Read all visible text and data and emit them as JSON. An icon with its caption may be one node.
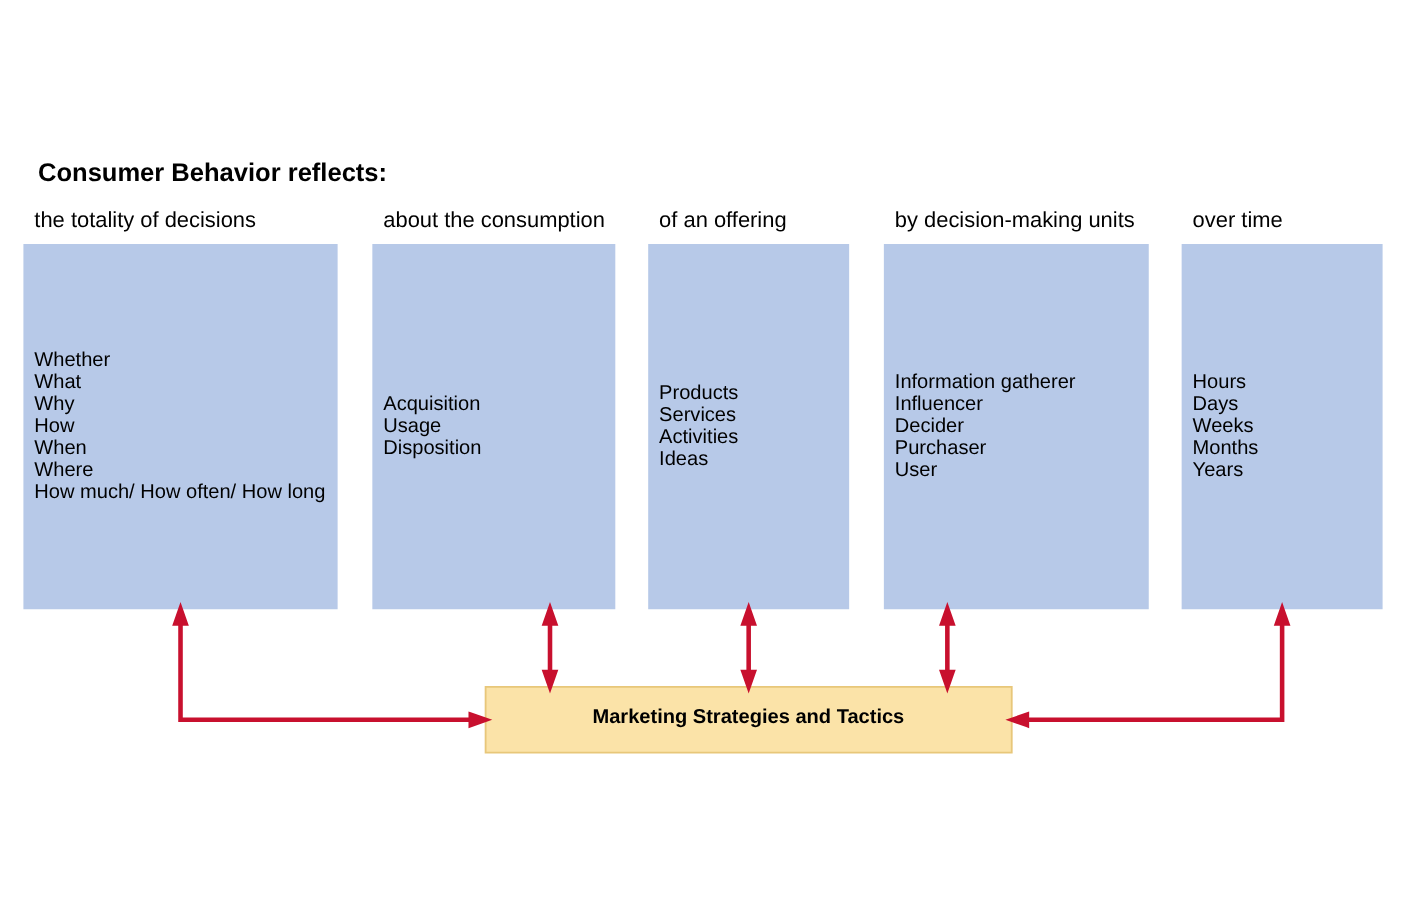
{
  "diagram": {
    "title": "Consumer Behavior reflects:",
    "nodes": [
      {
        "text": [
          "the totality of decisions",
          "Whether",
          "What",
          "Why",
          "How",
          "When",
          "Where",
          "How much/ How often/ How long"
        ]
      },
      {
        "text": [
          "about the consumption",
          "Acquisition",
          "Usage",
          "Disposition"
        ]
      },
      {
        "text": [
          "of an offering",
          "Products",
          "Services",
          "Activities",
          "Ideas"
        ]
      },
      {
        "text": [
          "by decision-making units",
          "Information gatherer",
          "Influencer",
          "Decider",
          "Purchaser",
          "User"
        ]
      },
      {
        "text": [
          "over time",
          "Hours",
          "Days",
          "Weeks",
          "Months",
          "Years"
        ]
      },
      {
        "text": [
          "Marketing Strategies and Tactics"
        ]
      }
    ],
    "edges": [
      {
        "from": 0,
        "to": 5,
        "arrow": "both"
      },
      {
        "from": 1,
        "to": 5,
        "arrow": "both"
      },
      {
        "from": 2,
        "to": 5,
        "arrow": "both"
      },
      {
        "from": 3,
        "to": 5,
        "arrow": "both"
      },
      {
        "from": 4,
        "to": 5,
        "arrow": "both"
      }
    ]
  }
}
